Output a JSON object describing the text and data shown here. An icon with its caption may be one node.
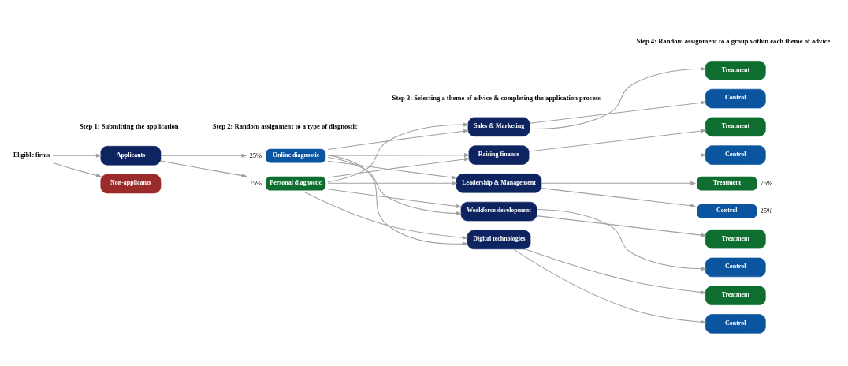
{
  "diagram": {
    "nodes": [
      {
        "text": [
          "Eligible firms"
        ]
      },
      {
        "text": [
          "Applicants"
        ]
      },
      {
        "text": [
          "Non-applicants"
        ]
      },
      {
        "text": [
          "Online diagnostic"
        ],
        "beside": [
          "25%"
        ]
      },
      {
        "text": [
          "Personal diagnostic"
        ],
        "beside": [
          "75%"
        ]
      },
      {
        "text": [
          "Sales & Marketing"
        ]
      },
      {
        "text": [
          "Raising finance"
        ]
      },
      {
        "text": [
          "Leadership & Management"
        ]
      },
      {
        "text": [
          "Workforce development"
        ]
      },
      {
        "text": [
          "Digital technologies"
        ]
      },
      {
        "text": [
          "Treatment"
        ]
      },
      {
        "text": [
          "Control"
        ]
      },
      {
        "text": [
          "Treatment"
        ]
      },
      {
        "text": [
          "Control"
        ]
      },
      {
        "text": [
          "Treatment"
        ],
        "beside": [
          "75%"
        ]
      },
      {
        "text": [
          "Control"
        ],
        "beside": [
          "25%"
        ]
      },
      {
        "text": [
          "Treatment"
        ]
      },
      {
        "text": [
          "Control"
        ]
      },
      {
        "text": [
          "Treatment"
        ]
      },
      {
        "text": [
          "Control"
        ]
      }
    ],
    "edges": [
      {
        "from": 0,
        "to": 1,
        "arrow": "to"
      },
      {
        "from": 0,
        "to": 2,
        "arrow": "to"
      },
      {
        "from": 1,
        "to": 3,
        "arrow": "to"
      },
      {
        "from": 1,
        "to": 4,
        "arrow": "to"
      },
      {
        "from": 3,
        "to": 5,
        "arrow": "to"
      },
      {
        "from": 3,
        "to": 6,
        "arrow": "to"
      },
      {
        "from": 3,
        "to": 7,
        "arrow": "to"
      },
      {
        "from": 3,
        "to": 8,
        "arrow": "to"
      },
      {
        "from": 3,
        "to": 9,
        "arrow": "to"
      },
      {
        "from": 4,
        "to": 5,
        "arrow": "to"
      },
      {
        "from": 4,
        "to": 6,
        "arrow": "to"
      },
      {
        "from": 4,
        "to": 7,
        "arrow": "to"
      },
      {
        "from": 4,
        "to": 8,
        "arrow": "to"
      },
      {
        "from": 4,
        "to": 9,
        "arrow": "to"
      },
      {
        "from": 5,
        "to": 10,
        "arrow": "to"
      },
      {
        "from": 5,
        "to": 11,
        "arrow": "to"
      },
      {
        "from": 6,
        "to": 12,
        "arrow": "to"
      },
      {
        "from": 6,
        "to": 13,
        "arrow": "to"
      },
      {
        "from": 7,
        "to": 14,
        "arrow": "to"
      },
      {
        "from": 7,
        "to": 15,
        "arrow": "to"
      },
      {
        "from": 8,
        "to": 16,
        "arrow": "to"
      },
      {
        "from": 8,
        "to": 17,
        "arrow": "to"
      },
      {
        "from": 9,
        "to": 18,
        "arrow": "to"
      },
      {
        "from": 9,
        "to": 19,
        "arrow": "to"
      }
    ],
    "labels": [
      "Step 1: Submitting the application",
      "Step 2: Random assignment to a type of disgnostic",
      "Step 3: Selecting a theme of advice & completing the application process",
      "Step 4: Random assignment to a group within each theme of advice"
    ]
  }
}
